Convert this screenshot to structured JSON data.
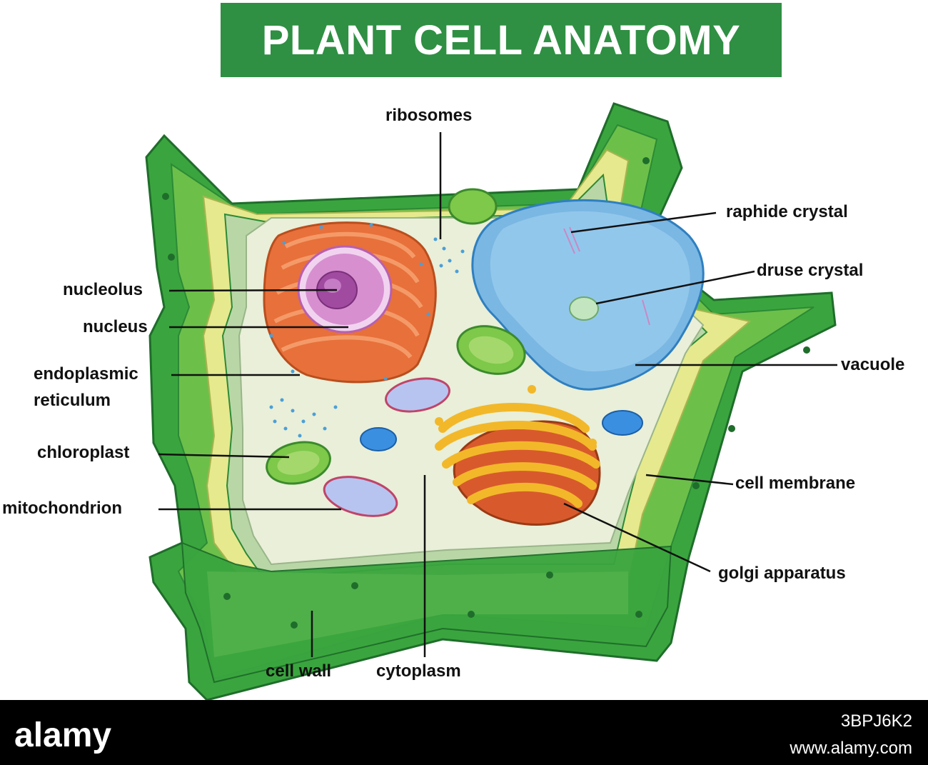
{
  "title": "PLANT CELL ANATOMY",
  "labels": {
    "ribosomes": "ribosomes",
    "raphide_crystal": "raphide crystal",
    "druse_crystal": "druse crystal",
    "vacuole": "vacuole",
    "nucleolus": "nucleolus",
    "nucleus": "nucleus",
    "endoplasmic_reticulum_1": "endoplasmic",
    "endoplasmic_reticulum_2": "reticulum",
    "chloroplast": "chloroplast",
    "mitochondrion": "mitochondrion",
    "cell_membrane": "cell membrane",
    "golgi_apparatus": "golgi apparatus",
    "cell_wall": "cell wall",
    "cytoplasm": "cytoplasm"
  },
  "footer": {
    "brand": "alamy",
    "image_id": "3BPJ6K2",
    "url": "www.alamy.com"
  },
  "colors": {
    "title_bg": "#2f8f43",
    "wall_green": "#3aa53e",
    "wall_light": "#6cc04a",
    "membrane_yellow": "#e6e98e",
    "cytoplasm": "#e9efd8",
    "vacuole": "#7ab7e3",
    "er_orange": "#e8703a",
    "nucleus_pink": "#d78fd0",
    "golgi_yellow": "#f2b82a",
    "golgi_red": "#d85a2c",
    "chloroplast": "#7ec84a",
    "mitochondrion": "#b8c4f0"
  }
}
